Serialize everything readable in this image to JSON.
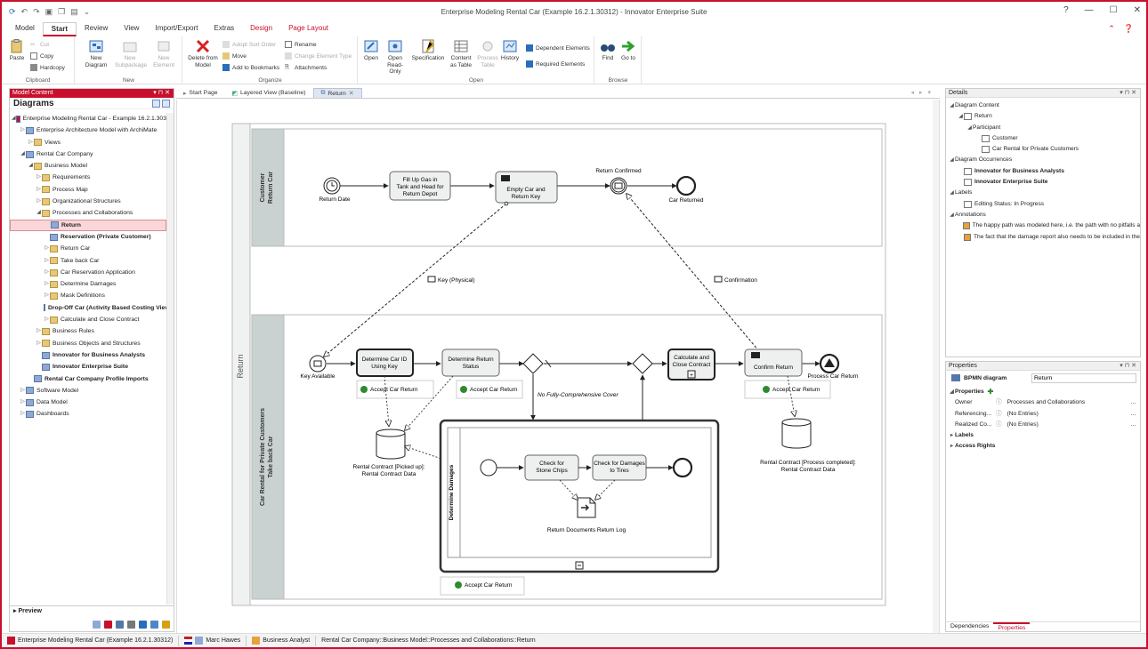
{
  "window": {
    "title": "Enterprise Modeling Rental Car (Example 16.2.1.30312) - Innovator Enterprise Suite"
  },
  "ribbon_tabs": [
    "Model",
    "Start",
    "Review",
    "View",
    "Import/Export",
    "Extras",
    "Design",
    "Page Layout"
  ],
  "ribbon": {
    "clipboard": {
      "paste": "Paste",
      "cut": "Cut",
      "copy": "Copy",
      "hardcopy": "Hardcopy",
      "label": "Clipboard"
    },
    "new": {
      "new_diagram": "New Diagram",
      "new_subpackage": "New Subpackage",
      "new_element": "New Element",
      "label": "New"
    },
    "organize": {
      "delete": "Delete from Model",
      "adopt_sort": "Adopt Sort Order",
      "move": "Move",
      "add_bookmarks": "Add to Bookmarks",
      "rename": "Rename",
      "change_type": "Change Element Type",
      "attachments": "Attachments",
      "label": "Organize"
    },
    "open": {
      "open": "Open",
      "open_readonly": "Open Read-Only",
      "specification": "Specification",
      "content_table": "Content as Table",
      "process_table": "Process Table",
      "history": "History",
      "dependent": "Dependent Elements",
      "required": "Required Elements",
      "label": "Open"
    },
    "browse": {
      "find": "Find",
      "goto": "Go to",
      "label": "Browse"
    }
  },
  "left_panel": {
    "header": "Model Content",
    "title": "Diagrams",
    "tree": [
      {
        "label": "Enterprise Modeling Rental Car - Example 16.2.1.303",
        "indent": 0,
        "arrow": "◢",
        "bold": false
      },
      {
        "label": "Enterprise Architecture Model with ArchiMate",
        "indent": 1,
        "arrow": "▷",
        "bold": false
      },
      {
        "label": "Views",
        "indent": 2,
        "arrow": "▷",
        "bold": false
      },
      {
        "label": "Rental Car Company",
        "indent": 1,
        "arrow": "◢",
        "bold": false
      },
      {
        "label": "Business Model",
        "indent": 2,
        "arrow": "◢",
        "bold": false
      },
      {
        "label": "Requirements",
        "indent": 3,
        "arrow": "▷",
        "bold": false
      },
      {
        "label": "Process Map",
        "indent": 3,
        "arrow": "▷",
        "bold": false
      },
      {
        "label": "Organizational Structures",
        "indent": 3,
        "arrow": "▷",
        "bold": false
      },
      {
        "label": "Processes and Collaborations",
        "indent": 3,
        "arrow": "◢",
        "bold": false
      },
      {
        "label": "Return",
        "indent": 4,
        "arrow": "",
        "bold": true,
        "selected": true
      },
      {
        "label": "Reservation (Private Customer)",
        "indent": 4,
        "arrow": "",
        "bold": true
      },
      {
        "label": "Return Car",
        "indent": 4,
        "arrow": "▷",
        "bold": false
      },
      {
        "label": "Take back Car",
        "indent": 4,
        "arrow": "▷",
        "bold": false
      },
      {
        "label": "Car Reservation Application",
        "indent": 4,
        "arrow": "▷",
        "bold": false
      },
      {
        "label": "Determine Damages",
        "indent": 4,
        "arrow": "▷",
        "bold": false
      },
      {
        "label": "Mask Definitions",
        "indent": 4,
        "arrow": "▷",
        "bold": false
      },
      {
        "label": "Drop-Off Car (Activity Based Costing Viev",
        "indent": 4,
        "arrow": "",
        "bold": true
      },
      {
        "label": "Calculate and Close Contract",
        "indent": 4,
        "arrow": "▷",
        "bold": false
      },
      {
        "label": "Business Rules",
        "indent": 3,
        "arrow": "▷",
        "bold": false
      },
      {
        "label": "Business Objects and Structures",
        "indent": 3,
        "arrow": "▷",
        "bold": false
      },
      {
        "label": "Innovator for Business Analysts",
        "indent": 3,
        "arrow": "",
        "bold": true
      },
      {
        "label": "Innovator Enterprise Suite",
        "indent": 3,
        "arrow": "",
        "bold": true
      },
      {
        "label": "Rental Car Company Profile Imports",
        "indent": 2,
        "arrow": "",
        "bold": true
      },
      {
        "label": "Software Model",
        "indent": 1,
        "arrow": "▷",
        "bold": false
      },
      {
        "label": "Data Model",
        "indent": 1,
        "arrow": "▷",
        "bold": false
      },
      {
        "label": "Dashboards",
        "indent": 1,
        "arrow": "▷",
        "bold": false
      }
    ],
    "preview": "Preview"
  },
  "doc_tabs": [
    {
      "label": "Start Page",
      "active": false
    },
    {
      "label": "Layered View (Baseline)",
      "active": false
    },
    {
      "label": "Return",
      "active": true
    }
  ],
  "diagram": {
    "pool_label": "Return",
    "lane1": "Customer\nReturn Car",
    "lane2": "Car Rental for Private Customers\nTake back Car",
    "sub_lane": "Determine Damages",
    "events": {
      "return_date": "Return Date",
      "return_confirmed": "Return Confirmed",
      "car_returned": "Car Returned",
      "key_available": "Key Available",
      "process_car_return": "Process Car Return",
      "return_documents": "Return Documents Return Log"
    },
    "tasks": {
      "fill_up": "Fill Up Gas in Tank and Head for Return Depot",
      "empty_car": "Empty Car and Return Key",
      "determine_car_id": "Determine Car ID Using Key",
      "determine_return": "Determine Return Status",
      "calculate_close": "Calculate and Close Contract",
      "confirm_return": "Confirm Return",
      "check_stone": "Check for Stone Chips",
      "check_damages": "Check for Damages to Tires"
    },
    "flows": {
      "key_physical": "Key (Physical)",
      "confirmation": "Confirmation",
      "no_cover": "No Fully-Comprehensive Cover"
    },
    "rules": {
      "accept": "Accept Car Return"
    },
    "data": {
      "contract_picked": "Rental Contract [Picked up]:\nRental Contract Data",
      "contract_completed": "Rental Contract [Process completed]:\nRental Contract Data"
    }
  },
  "details": {
    "header": "Details",
    "rows": [
      {
        "label": "Diagram Content",
        "indent": 0,
        "arrow": "◢",
        "bold": false
      },
      {
        "label": "Return",
        "indent": 1,
        "arrow": "◢",
        "bold": false
      },
      {
        "label": "Participant",
        "indent": 2,
        "arrow": "◢",
        "bold": false
      },
      {
        "label": "Customer",
        "indent": 3,
        "arrow": "",
        "bold": false
      },
      {
        "label": "Car Rental for Private Customers",
        "indent": 3,
        "arrow": "",
        "bold": false
      },
      {
        "label": "Diagram Occurrences",
        "indent": 0,
        "arrow": "◢",
        "bold": false
      },
      {
        "label": "Innovator for Business Analysts",
        "indent": 1,
        "arrow": "",
        "bold": true
      },
      {
        "label": "Innovator Enterprise Suite",
        "indent": 1,
        "arrow": "",
        "bold": true
      },
      {
        "label": "Labels",
        "indent": 0,
        "arrow": "◢",
        "bold": false
      },
      {
        "label": "Editing Status:  In Progress",
        "indent": 1,
        "arrow": "",
        "bold": false
      },
      {
        "label": "Annotations",
        "indent": 0,
        "arrow": "◢",
        "bold": false
      },
      {
        "label": "The happy path was modeled here, i.e. the path with no pitfalls a",
        "indent": 1,
        "arrow": "",
        "bold": false
      },
      {
        "label": "The fact that the damage report also needs to be included in the",
        "indent": 1,
        "arrow": "",
        "bold": false
      }
    ]
  },
  "properties": {
    "header": "Properties",
    "type": "BPMN diagram",
    "name_value": "Return",
    "section": "Properties",
    "rows": [
      {
        "key": "Owner",
        "value": "Processes and Collaborations"
      },
      {
        "key": "Referencing...",
        "value": "(No Entries)"
      },
      {
        "key": "Realized Co...",
        "value": "(No Entries)"
      }
    ],
    "labels": "Labels",
    "access": "Access Rights",
    "tabs": [
      "Dependencies",
      "Properties"
    ]
  },
  "status": {
    "model": "Enterprise Modeling Rental Car (Example 16.2.1.30312)",
    "user": "Marc Hawes",
    "role": "Business Analyst",
    "path": "Rental Car Company::Business Model::Processes and Collaborations::Return"
  }
}
